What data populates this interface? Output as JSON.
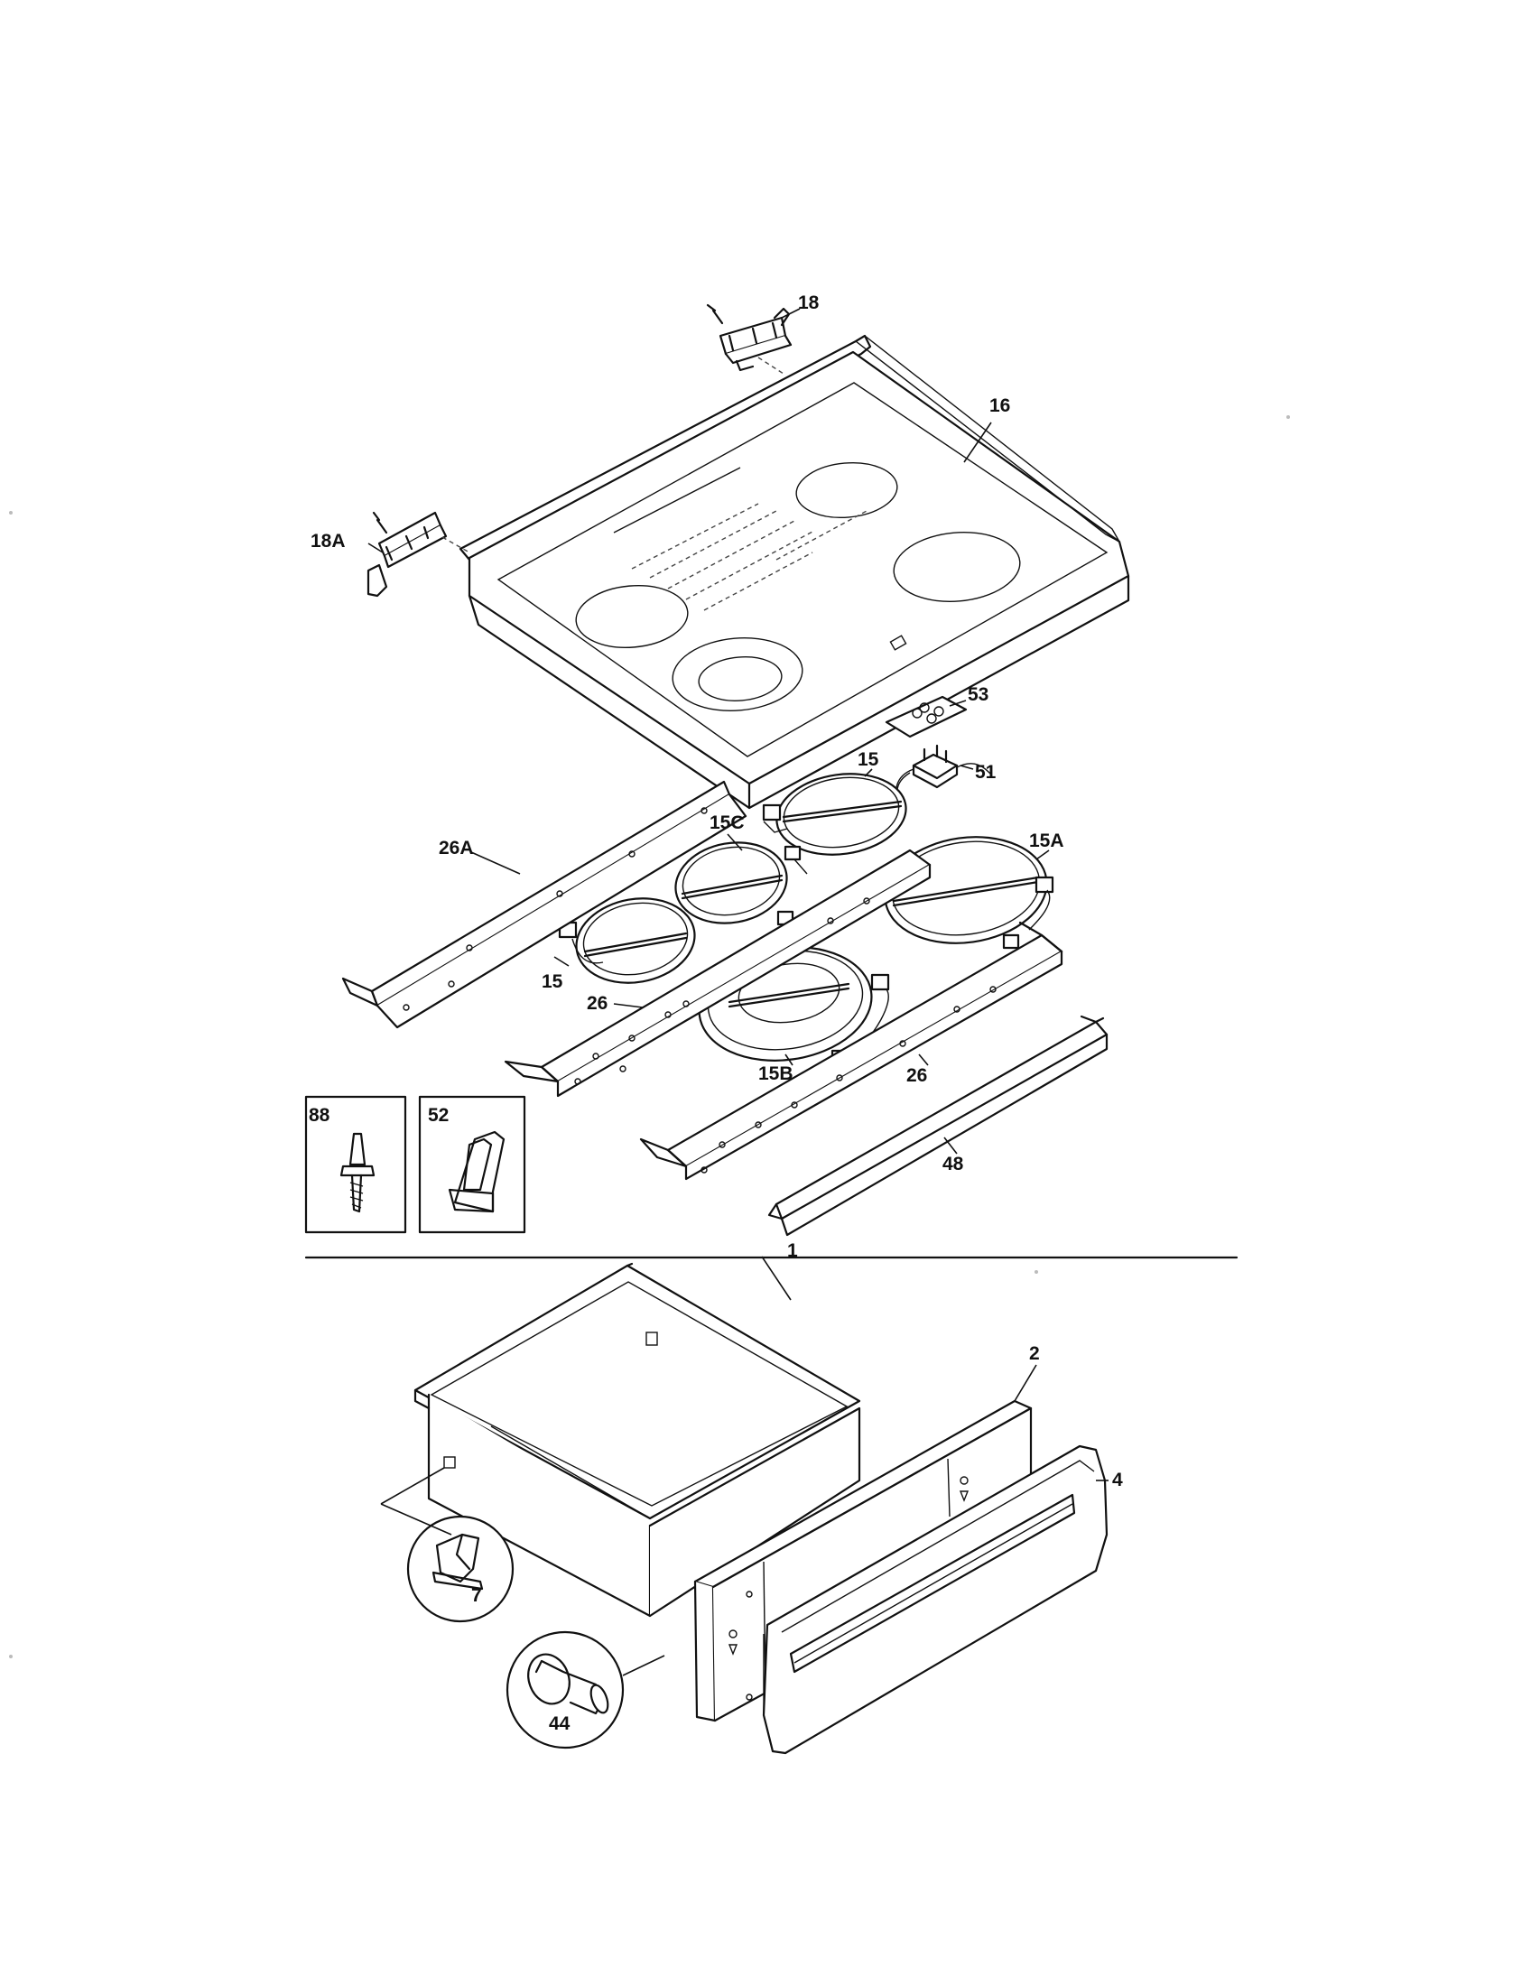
{
  "labels": {
    "p18": "18",
    "p16": "16",
    "p18a": "18A",
    "p53": "53",
    "p15_top": "15",
    "p51": "51",
    "p15c": "15C",
    "p15a": "15A",
    "p26a": "26A",
    "p15_left": "15",
    "p26_left": "26",
    "p15b": "15B",
    "p26_right": "26",
    "p88": "88",
    "p52": "52",
    "p48": "48",
    "p1": "1",
    "p2": "2",
    "p4": "4",
    "p7": "7",
    "p44": "44"
  }
}
